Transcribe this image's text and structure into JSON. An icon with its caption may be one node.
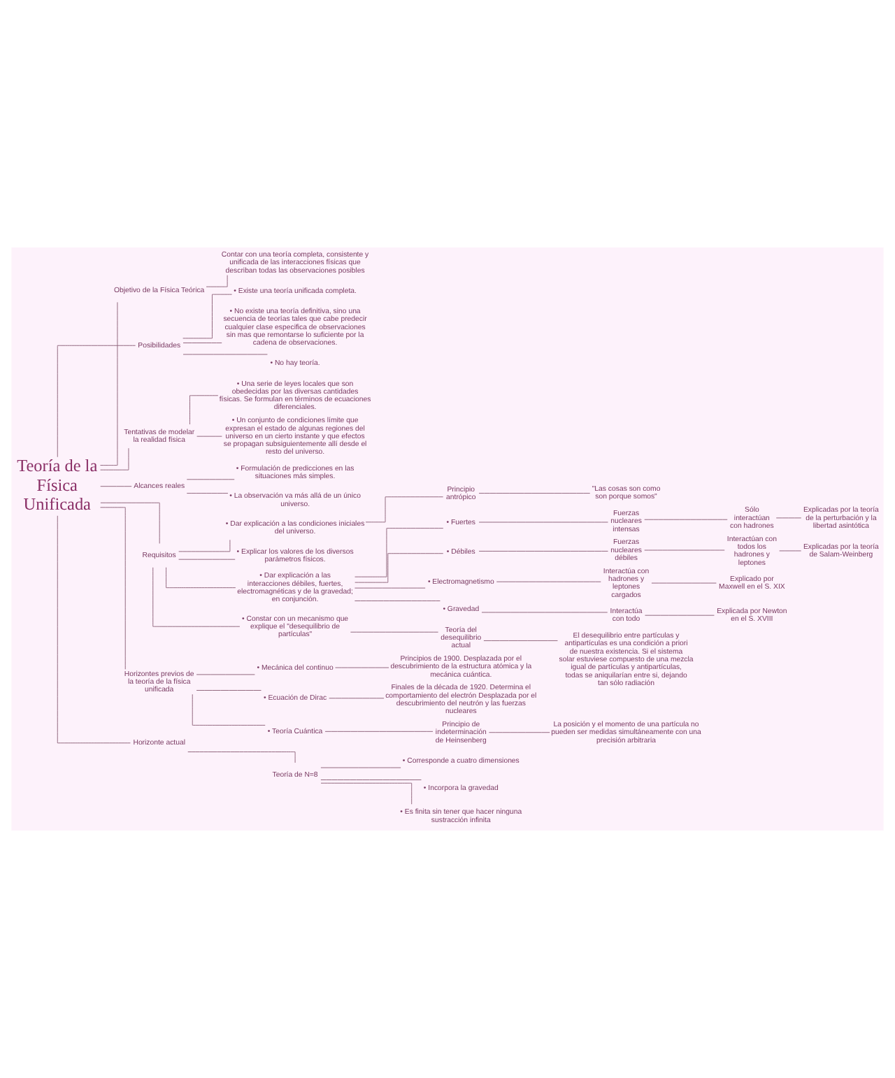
{
  "diagram": {
    "nodes": [
      {
        "text": [
          "Teoría de la Física Unificada"
        ]
      },
      {
        "text": [
          "Objetivo de la Física Teórica"
        ]
      },
      {
        "text": [
          "Contar con una teoría completa, consistente y unificada de las interacciones físicas que describan todas las observaciones posibles"
        ]
      },
      {
        "text": [
          "Posibilidades"
        ]
      },
      {
        "text": [
          "• Existe una teoría unificada completa."
        ]
      },
      {
        "text": [
          "• No existe una teoría definitiva, sino una secuencia de teorías tales que cabe predecir cualquier clase especifica de observaciones sin mas que remontarse lo suficiente por la cadena de observaciones."
        ]
      },
      {
        "text": [
          "• No hay teoría."
        ]
      },
      {
        "text": [
          "Tentativas de modelar la realidad física"
        ]
      },
      {
        "text": [
          "• Una serie de leyes locales que son obedecidas por las diversas cantidades físicas. Se formulan en términos de ecuaciones diferenciales."
        ]
      },
      {
        "text": [
          "• Un conjunto de condiciones límite que expresan el estado de algunas regiones del universo en un cierto instante y que efectos se propagan subsiguientemente allí desde el resto del universo."
        ]
      },
      {
        "text": [
          "Alcances reales"
        ]
      },
      {
        "text": [
          "• Formulación de predicciones en las situaciones más simples."
        ]
      },
      {
        "text": [
          "• La observación va más allá de un único universo."
        ]
      },
      {
        "text": [
          "Requisitos"
        ]
      },
      {
        "text": [
          "• Dar explicación a las condiciones iniciales del universo."
        ]
      },
      {
        "text": [
          "Principio antrópico"
        ]
      },
      {
        "text": [
          "\"Las cosas son como son porque somos\""
        ]
      },
      {
        "text": [
          "• Explicar los valores de los diversos parámetros físicos."
        ]
      },
      {
        "text": [
          "• Dar explicación a las interacciones débiles, fuertes, electromagnéticas y de la gravedad; en conjunción."
        ]
      },
      {
        "text": [
          "• Fuertes"
        ]
      },
      {
        "text": [
          "Fuerzas nucleares intensas"
        ]
      },
      {
        "text": [
          "Sólo interactúan con hadrones"
        ]
      },
      {
        "text": [
          "Explicadas por la teoría de la perturbación y la libertad asintótica"
        ]
      },
      {
        "text": [
          "• Débiles"
        ]
      },
      {
        "text": [
          "Fuerzas nucleares débiles"
        ]
      },
      {
        "text": [
          "Interactúan con todos los hadrones y leptones"
        ]
      },
      {
        "text": [
          "Explicadas por la teoría de Salam-Weinberg"
        ]
      },
      {
        "text": [
          "• Electromagnetismo"
        ]
      },
      {
        "text": [
          "Interactúa con hadrones y leptones cargados"
        ]
      },
      {
        "text": [
          "Explicado por Maxwell en el S. XIX"
        ]
      },
      {
        "text": [
          "• Gravedad"
        ]
      },
      {
        "text": [
          "Interactúa con todo"
        ]
      },
      {
        "text": [
          "Explicada por Newton en el S. XVIII"
        ]
      },
      {
        "text": [
          "• Constar con un mecanismo que explique el \"desequilibrio de partículas\""
        ]
      },
      {
        "text": [
          "Teoría del desequilibrio actual"
        ]
      },
      {
        "text": [
          "El desequilibrio entre partículas y antipartículas es una condición a priori de nuestra existencia. Si el sistema solar estuviese compuesto de una mezcla igual de partículas y antipartículas, todas se aniquilarían entre si, dejando tan sólo radiación"
        ]
      },
      {
        "text": [
          "Horizontes previos de la teoría de la física unificada"
        ]
      },
      {
        "text": [
          "• Mecánica del continuo"
        ]
      },
      {
        "text": [
          "Principios de 1900. Desplazada por el descubrimiento de la estructura atómica y la mecánica cuántica."
        ]
      },
      {
        "text": [
          "• Ecuación de Dirac"
        ]
      },
      {
        "text": [
          "Finales de la década de 1920. Determina el comportamiento del electrón Desplazada por el descubrimiento del neutrón y las fuerzas nucleares"
        ]
      },
      {
        "text": [
          "• Teoría Cuántica"
        ]
      },
      {
        "text": [
          "Principio de indeterminación de Heinsenberg"
        ]
      },
      {
        "text": [
          "La posición y el momento de una partícula no pueden ser medidas simultáneamente con una precisión arbitraria"
        ]
      },
      {
        "text": [
          "Horizonte actual"
        ]
      },
      {
        "text": [
          "Teoría de N=8"
        ]
      },
      {
        "text": [
          "• Corresponde a cuatro dimensiones"
        ]
      },
      {
        "text": [
          "• Incorpora la gravedad"
        ]
      },
      {
        "text": [
          "• Es finita sin tener que hacer ninguna sustracción infinita"
        ]
      }
    ],
    "edges": [
      {
        "from": 0,
        "to": 1,
        "arrow": "none"
      },
      {
        "from": 1,
        "to": 2,
        "arrow": "none"
      },
      {
        "from": 0,
        "to": 3,
        "arrow": "none"
      },
      {
        "from": 3,
        "to": 4,
        "arrow": "none"
      },
      {
        "from": 3,
        "to": 5,
        "arrow": "none"
      },
      {
        "from": 3,
        "to": 6,
        "arrow": "none"
      },
      {
        "from": 0,
        "to": 7,
        "arrow": "none"
      },
      {
        "from": 7,
        "to": 8,
        "arrow": "none"
      },
      {
        "from": 7,
        "to": 9,
        "arrow": "none"
      },
      {
        "from": 0,
        "to": 10,
        "arrow": "none"
      },
      {
        "from": 10,
        "to": 11,
        "arrow": "none"
      },
      {
        "from": 10,
        "to": 12,
        "arrow": "none"
      },
      {
        "from": 0,
        "to": 13,
        "arrow": "none"
      },
      {
        "from": 13,
        "to": 14,
        "arrow": "none"
      },
      {
        "from": 14,
        "to": 15,
        "arrow": "none"
      },
      {
        "from": 15,
        "to": 16,
        "arrow": "none"
      },
      {
        "from": 13,
        "to": 17,
        "arrow": "none"
      },
      {
        "from": 13,
        "to": 18,
        "arrow": "none"
      },
      {
        "from": 18,
        "to": 19,
        "arrow": "none"
      },
      {
        "from": 19,
        "to": 20,
        "arrow": "none"
      },
      {
        "from": 20,
        "to": 21,
        "arrow": "none"
      },
      {
        "from": 21,
        "to": 22,
        "arrow": "none"
      },
      {
        "from": 18,
        "to": 23,
        "arrow": "none"
      },
      {
        "from": 23,
        "to": 24,
        "arrow": "none"
      },
      {
        "from": 24,
        "to": 25,
        "arrow": "none"
      },
      {
        "from": 25,
        "to": 26,
        "arrow": "none"
      },
      {
        "from": 18,
        "to": 27,
        "arrow": "none"
      },
      {
        "from": 27,
        "to": 28,
        "arrow": "none"
      },
      {
        "from": 28,
        "to": 29,
        "arrow": "none"
      },
      {
        "from": 18,
        "to": 30,
        "arrow": "none"
      },
      {
        "from": 30,
        "to": 31,
        "arrow": "none"
      },
      {
        "from": 31,
        "to": 32,
        "arrow": "none"
      },
      {
        "from": 13,
        "to": 33,
        "arrow": "none"
      },
      {
        "from": 33,
        "to": 34,
        "arrow": "none"
      },
      {
        "from": 34,
        "to": 35,
        "arrow": "none"
      },
      {
        "from": 0,
        "to": 36,
        "arrow": "none"
      },
      {
        "from": 36,
        "to": 37,
        "arrow": "none"
      },
      {
        "from": 37,
        "to": 38,
        "arrow": "none"
      },
      {
        "from": 36,
        "to": 39,
        "arrow": "none"
      },
      {
        "from": 39,
        "to": 40,
        "arrow": "none"
      },
      {
        "from": 36,
        "to": 41,
        "arrow": "none"
      },
      {
        "from": 41,
        "to": 42,
        "arrow": "none"
      },
      {
        "from": 42,
        "to": 43,
        "arrow": "none"
      },
      {
        "from": 0,
        "to": 44,
        "arrow": "none"
      },
      {
        "from": 44,
        "to": 45,
        "arrow": "none"
      },
      {
        "from": 45,
        "to": 46,
        "arrow": "none"
      },
      {
        "from": 45,
        "to": 47,
        "arrow": "none"
      },
      {
        "from": 45,
        "to": 48,
        "arrow": "none"
      }
    ]
  }
}
